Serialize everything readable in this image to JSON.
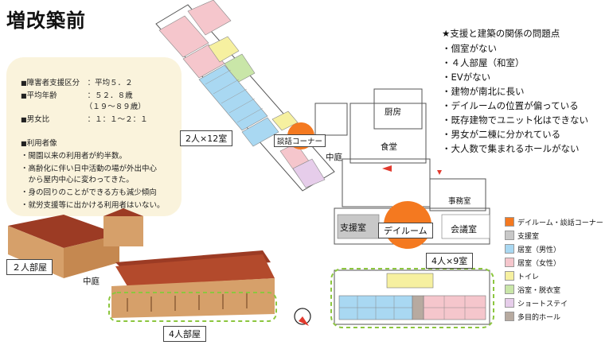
{
  "title": "増改築前",
  "info": {
    "lines": [
      {
        "marker": "■",
        "text": "障害者支援区分　：平均５．２"
      },
      {
        "marker": "■",
        "text": "平均年齢　　　　：５２．８歳"
      },
      {
        "marker": "",
        "text": "　　　　　　　　　（１９～８９歳）"
      },
      {
        "marker": "■",
        "text": "男女比　　　　　：１：１～２：１"
      },
      {
        "marker": "■",
        "text": "利用者像"
      },
      {
        "marker": "",
        "text": "・開園以来の利用者が約半数。"
      },
      {
        "marker": "",
        "text": "・高齢化に伴い日中活動の場が外出中心"
      },
      {
        "marker": "",
        "text": "　から屋内中心に変わってきた。"
      },
      {
        "marker": "",
        "text": "・身の回りのことができる方も減少傾向"
      },
      {
        "marker": "",
        "text": "・就労支援等に出かける利用者はいない。"
      }
    ]
  },
  "issues": {
    "heading": "★支援と建築の関係の問題点",
    "items": [
      "・個室がない",
      "・４人部屋（和室）",
      "・EVがない",
      "・建物が南北に長い",
      "・デイルームの位置が偏っている",
      "・既存建物でユニット化はできない",
      "・男女が二棟に分かれている",
      "・大人数で集まれるホールがない"
    ]
  },
  "labels": {
    "room2x12": "2人×12室",
    "danwa_corner": "談話コーナー",
    "kitchen": "厨房",
    "dining": "食堂",
    "courtyard_plan": "中庭",
    "office": "事務室",
    "support_room": "支援室",
    "day_room": "デイルーム",
    "meeting_room": "会議室",
    "room4x9": "4人×9室",
    "two_person_room": "２人部屋",
    "courtyard_3d": "中庭",
    "four_person_room": "4人部屋"
  },
  "legend": [
    {
      "label": "デイルーム・談話コーナー",
      "color": "#f47920"
    },
    {
      "label": "支援室",
      "color": "#c8c8c8"
    },
    {
      "label": "居室（男性）",
      "color": "#a9d8f2"
    },
    {
      "label": "居室（女性）",
      "color": "#f5c6cc"
    },
    {
      "label": "トイレ",
      "color": "#f6f0a0"
    },
    {
      "label": "浴室・脱衣室",
      "color": "#c9e6a8"
    },
    {
      "label": "ショートステイ",
      "color": "#e6cdea"
    },
    {
      "label": "多目的ホール",
      "color": "#b7aaa0"
    }
  ],
  "colors": {
    "highlight": "#f47920",
    "dashed_frame": "#8cc63f",
    "roof": "#9c3b24",
    "wall": "#d6a06a"
  }
}
